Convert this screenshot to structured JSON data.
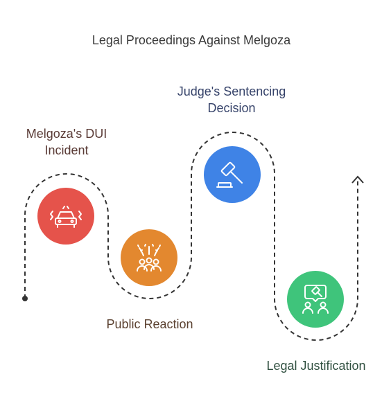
{
  "title": "Legal Proceedings Against Melgoza",
  "steps": [
    {
      "label": "Melgoza's DUI Incident",
      "color": "#e5534b",
      "icon": "car-crash-icon"
    },
    {
      "label": "Public Reaction",
      "color": "#e3882f",
      "icon": "crowd-celebration-icon"
    },
    {
      "label": "Judge's Sentencing Decision",
      "color": "#3f83e6",
      "icon": "gavel-icon"
    },
    {
      "label": "Legal Justification",
      "color": "#3fc47b",
      "icon": "legal-discussion-icon"
    }
  ]
}
